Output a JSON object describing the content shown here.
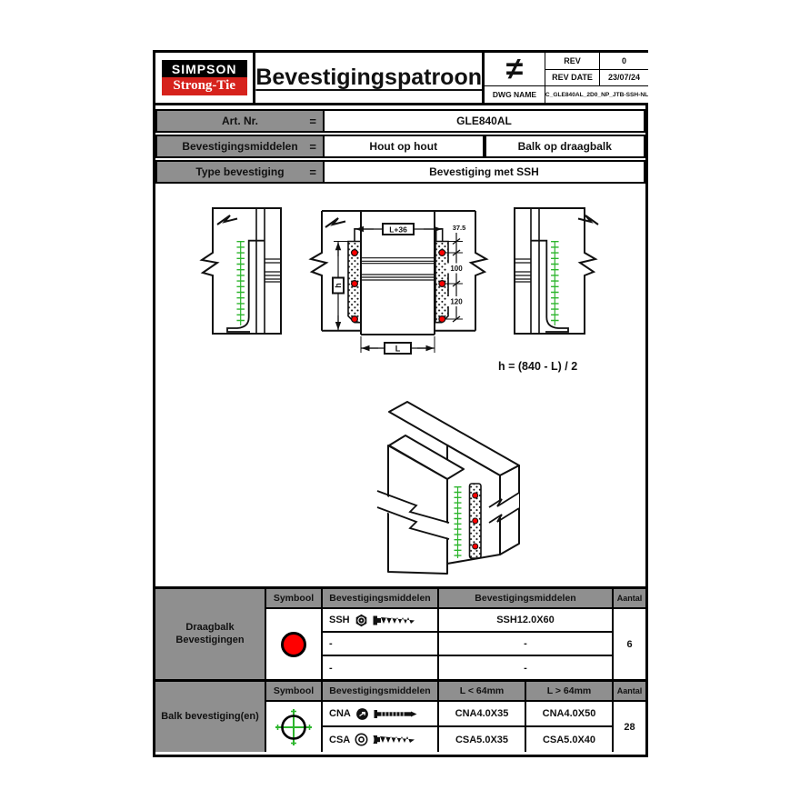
{
  "header": {
    "logo_line1": "SIMPSON",
    "logo_line2": "Strong-Tie",
    "title": "Bevestigingspatroon",
    "change_symbol": "≠",
    "rev_label": "REV",
    "rev_value": "0",
    "rev_date_label": "REV DATE",
    "rev_date_value": "23/07/24",
    "dwg_name_label": "DWG NAME",
    "dwg_name_value": "C_GLE840AL_2D0_NP_JTB-SSH-NL"
  },
  "info": {
    "eq": "=",
    "rows": [
      {
        "label": "Art. Nr.",
        "values": [
          "GLE840AL"
        ]
      },
      {
        "label": "Bevestigingsmiddelen",
        "values": [
          "Hout op hout",
          "Balk op draagbalk"
        ]
      },
      {
        "label": "Type bevestiging",
        "values": [
          "Bevestiging met SSH"
        ]
      }
    ]
  },
  "drawing": {
    "formula": "h = (840 - L) / 2",
    "dims": {
      "top_width": "L+36",
      "height": "h",
      "bottom_width": "L",
      "offset_top": "37.5",
      "spacing_1": "100",
      "spacing_2": "120"
    }
  },
  "tables": [
    {
      "label": "Draagbalk Bevestigingen",
      "headers": [
        "Symbool",
        "Bevestigingsmiddelen",
        "Bevestigingsmiddelen",
        "Aantal"
      ],
      "symbol": "red-circle",
      "rows": [
        {
          "name": "SSH",
          "value": "SSH12.0X60"
        },
        {
          "name": "-",
          "value": "-"
        },
        {
          "name": "-",
          "value": "-"
        }
      ],
      "aantal": "6"
    },
    {
      "label": "Balk bevestiging(en)",
      "headers": [
        "Symbool",
        "Bevestigingsmiddelen",
        "L < 64mm",
        "L > 64mm",
        "Aantal"
      ],
      "symbol": "green-crosshair",
      "rows": [
        {
          "name": "CNA",
          "small": "CNA4.0X35",
          "large": "CNA4.0X50"
        },
        {
          "name": "CSA",
          "small": "CSA5.0X35",
          "large": "CSA5.0X40"
        }
      ],
      "aantal": "28"
    }
  ],
  "colors": {
    "brand_red": "#d6221c",
    "marker_red": "#ff0000",
    "screw_green": "#2cb52c",
    "cell_gray": "#8f8f8f"
  }
}
